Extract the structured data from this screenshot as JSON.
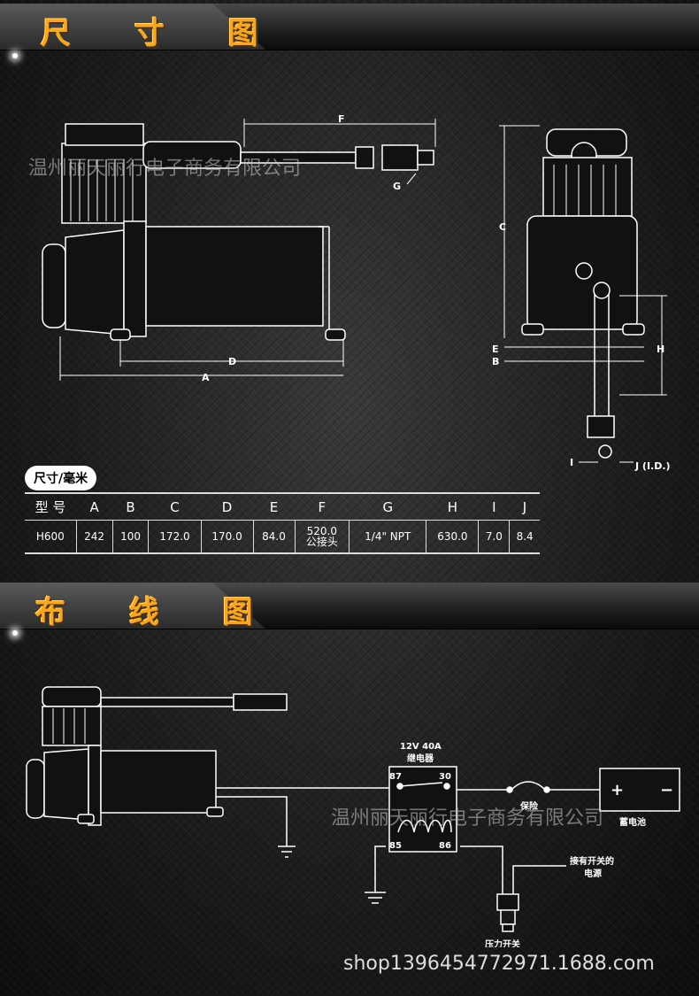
{
  "section1": {
    "title": "尺 寸 图"
  },
  "section2": {
    "title": "布 线 图"
  },
  "dimension_label": "尺寸/毫米",
  "table": {
    "headers": [
      "型 号",
      "A",
      "B",
      "C",
      "D",
      "E",
      "F",
      "G",
      "H",
      "I",
      "J"
    ],
    "row": [
      "H600",
      "242",
      "100",
      "172.0",
      "170.0",
      "84.0",
      "520.0",
      "1/4\" NPT",
      "630.0",
      "7.0",
      "8.4"
    ],
    "g_note": "公接头"
  },
  "diagram_letters": {
    "A": "A",
    "B": "B",
    "C": "C",
    "D": "D",
    "E": "E",
    "F": "F",
    "G": "G",
    "H": "H",
    "I": "I",
    "J": "J (I.D.)"
  },
  "wiring": {
    "relay_spec": "12V 40A",
    "relay_name": "继电器",
    "pin87": "87",
    "pin30": "30",
    "pin85": "85",
    "pin86": "86",
    "fuse": "保险",
    "battery": "蓄电池",
    "battery_plus": "+",
    "battery_minus": "−",
    "switched_power": "接有开关的",
    "switched_power2": "电源",
    "pressure_switch": "压力开关"
  },
  "watermark": "温州丽天丽行电子商务有限公司",
  "watermark_top": "温州丽天丽行电子商务有限公司",
  "shop_url": "shop1396454772971.1688.com",
  "colors": {
    "title": "#f5a623",
    "line": "#ffffff",
    "background": "#1a1a1a"
  }
}
